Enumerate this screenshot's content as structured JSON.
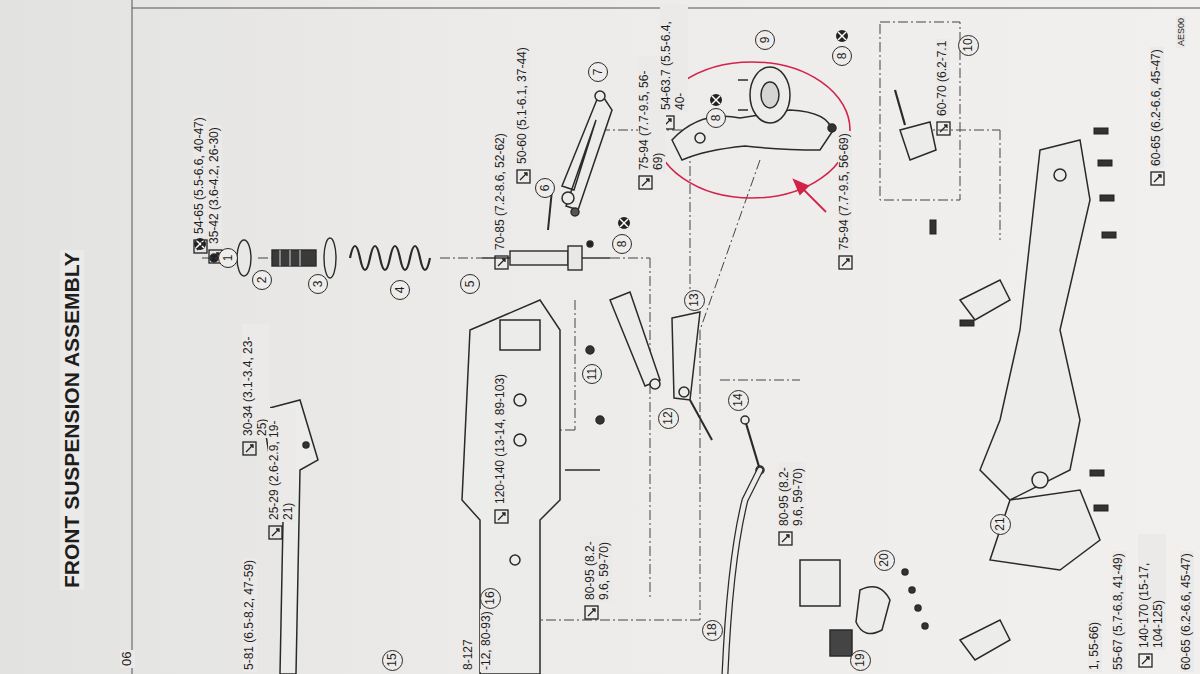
{
  "diagram": {
    "title": "FRONT SUSPENSION ASSEMBLY",
    "nodes": [
      {
        "text": [
          "1"
        ]
      },
      {
        "text": [
          "2"
        ]
      },
      {
        "text": [
          "3"
        ]
      },
      {
        "text": [
          "4"
        ]
      },
      {
        "text": [
          "5"
        ]
      },
      {
        "text": [
          "6"
        ]
      },
      {
        "text": [
          "7"
        ]
      },
      {
        "text": [
          "8"
        ]
      },
      {
        "text": [
          "8"
        ]
      },
      {
        "text": [
          "9"
        ]
      },
      {
        "text": [
          "8"
        ]
      },
      {
        "text": [
          "10"
        ]
      },
      {
        "text": [
          "11"
        ]
      },
      {
        "text": [
          "12"
        ]
      },
      {
        "text": [
          "13"
        ]
      },
      {
        "text": [
          "14"
        ]
      },
      {
        "text": [
          "15"
        ]
      },
      {
        "text": [
          "16"
        ]
      },
      {
        "text": [
          "18"
        ]
      },
      {
        "text": [
          "19"
        ]
      },
      {
        "text": [
          "20"
        ]
      },
      {
        "text": [
          "21"
        ]
      }
    ],
    "labels": [
      "AES00",
      "06",
      "54-65 (5.5-6.6, 40-47)",
      "35-42 (3.6-4.2, 26-30)",
      "30-34 (3.1-3.4, 23-25)",
      "25-29 (2.6-2.9, 19-21)",
      "5-81 (6.5-8.2, 47-59)",
      "70-85 (7.2-8.6, 52-62)",
      "120-140 (13-14, 89-103)",
      "50-60 (5.1-6.1, 37-44)",
      "75-94 (7.7-9.5, 56-69)",
      "54-63.7 (5.5-6.4, 40-",
      "60-70 (6.2-7.1",
      "75-94 (7.7-9.5, 56-69)",
      "80-95 (8.2-9.6, 59-70)",
      "80-95 (8.2-9.6, 59-70)",
      "60-65 (6.2-6.6, 45-47)",
      "140-170 (15-17, 104-125)",
      "60-65 (6.2-6.6, 45-47)",
      "55-67 (5.7-6.8, 41-49)",
      "1, 55-66)",
      "8-127",
      "-12, 80-93)"
    ]
  }
}
